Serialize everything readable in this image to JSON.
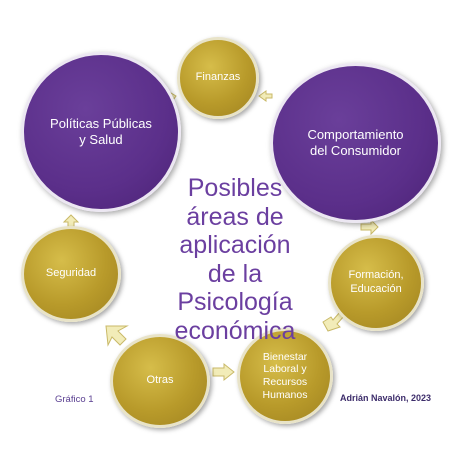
{
  "center_title": [
    "Posibles",
    "áreas de",
    "aplicación",
    "de la",
    "Psicología",
    "económica"
  ],
  "nodes": {
    "finanzas": "Finanzas",
    "politicas": [
      "Políticas Públicas",
      "y Salud"
    ],
    "comportamiento": [
      "Comportamiento",
      "del Consumidor"
    ],
    "formacion": [
      "Formación,",
      "Educación"
    ],
    "bienestar": [
      "Bienestar",
      "Laboral y",
      "Recursos",
      "Humanos"
    ],
    "otras": "Otras",
    "seguridad": "Seguridad"
  },
  "credit": "Adrián Navalón, 2023",
  "caption": "Gráfico 1",
  "colors": {
    "gold": "#b89a2a",
    "purple": "#5b2f8a",
    "title": "#6b3fa0",
    "arrow_fill": "#f2ecb8"
  }
}
